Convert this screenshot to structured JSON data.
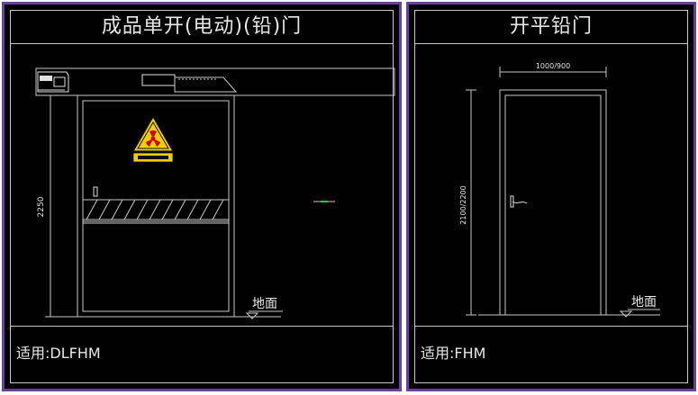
{
  "panels": [
    {
      "title": "成品单开(电动)(铅)门",
      "dimension_height": "2250",
      "ground_label": "地面",
      "footer": "适用:DLFHM"
    },
    {
      "title": "开平铅门",
      "dimension_width": "1000/900",
      "dimension_height": "2100/2200",
      "ground_label": "地面",
      "footer": "适用:FHM"
    }
  ],
  "colors": {
    "panel_border": "#6b3fa0",
    "background": "#000000",
    "line": "#c9c9c9",
    "warning": "#f2d000",
    "accent_green": "#2fbf4f"
  }
}
